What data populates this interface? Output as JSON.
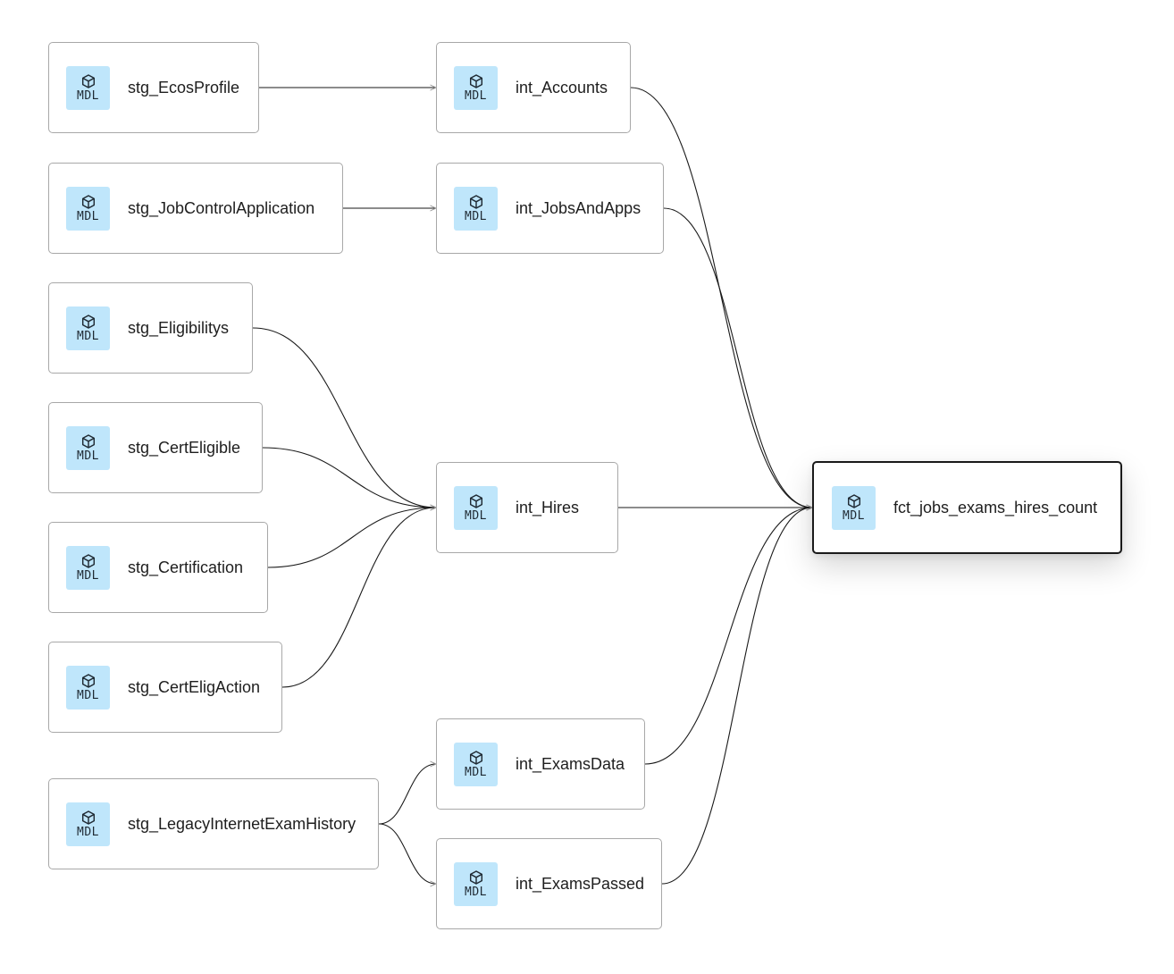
{
  "badge_text": "MDL",
  "badge_color": "#bfe6fb",
  "edge_color": "#1a1a1a",
  "node_icon": "cube-icon",
  "nodes": [
    {
      "id": "stg_EcosProfile",
      "label": "stg_EcosProfile"
    },
    {
      "id": "stg_JobControlApplication",
      "label": "stg_JobControlApplication"
    },
    {
      "id": "stg_Eligibilitys",
      "label": "stg_Eligibilitys"
    },
    {
      "id": "stg_CertEligible",
      "label": "stg_CertEligible"
    },
    {
      "id": "stg_Certification",
      "label": "stg_Certification"
    },
    {
      "id": "stg_CertEligAction",
      "label": "stg_CertEligAction"
    },
    {
      "id": "stg_LegacyInternetExamHistory",
      "label": "stg_LegacyInternetExamHistory"
    },
    {
      "id": "int_Accounts",
      "label": "int_Accounts"
    },
    {
      "id": "int_JobsAndApps",
      "label": "int_JobsAndApps"
    },
    {
      "id": "int_Hires",
      "label": "int_Hires"
    },
    {
      "id": "int_ExamsData",
      "label": "int_ExamsData"
    },
    {
      "id": "int_ExamsPassed",
      "label": "int_ExamsPassed"
    },
    {
      "id": "fct_jobs_exams_hires_count",
      "label": "fct_jobs_exams_hires_count",
      "selected": true
    }
  ],
  "edges": [
    {
      "from": "stg_EcosProfile",
      "to": "int_Accounts"
    },
    {
      "from": "stg_JobControlApplication",
      "to": "int_JobsAndApps"
    },
    {
      "from": "stg_Eligibilitys",
      "to": "int_Hires"
    },
    {
      "from": "stg_CertEligible",
      "to": "int_Hires"
    },
    {
      "from": "stg_Certification",
      "to": "int_Hires"
    },
    {
      "from": "stg_CertEligAction",
      "to": "int_Hires"
    },
    {
      "from": "stg_LegacyInternetExamHistory",
      "to": "int_ExamsData"
    },
    {
      "from": "stg_LegacyInternetExamHistory",
      "to": "int_ExamsPassed"
    },
    {
      "from": "int_Accounts",
      "to": "fct_jobs_exams_hires_count"
    },
    {
      "from": "int_JobsAndApps",
      "to": "fct_jobs_exams_hires_count"
    },
    {
      "from": "int_Hires",
      "to": "fct_jobs_exams_hires_count"
    },
    {
      "from": "int_ExamsData",
      "to": "fct_jobs_exams_hires_count"
    },
    {
      "from": "int_ExamsPassed",
      "to": "fct_jobs_exams_hires_count"
    }
  ]
}
